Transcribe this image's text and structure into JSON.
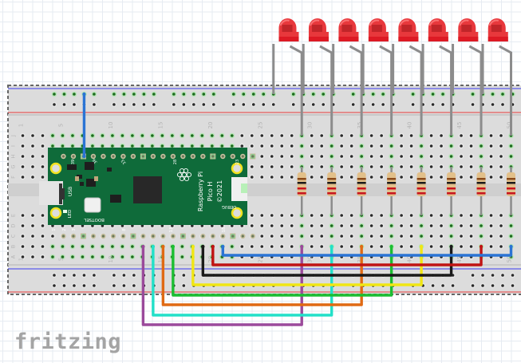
{
  "app": {
    "watermark": "fritzing"
  },
  "breadboard": {
    "columns": 50,
    "column_labels": [
      "1",
      "5",
      "10",
      "15",
      "20",
      "25",
      "30",
      "35",
      "40",
      "45",
      "50"
    ],
    "column_label_values": [
      1,
      5,
      10,
      15,
      20,
      25,
      30,
      35,
      40,
      45,
      50
    ],
    "row_labels_top": [
      "J",
      "I",
      "H",
      "G",
      "F"
    ],
    "row_labels_bottom": [
      "E",
      "D",
      "C",
      "B",
      "A"
    ],
    "colors": {
      "body": "#dcdcdc",
      "hole": "#2a2a2a",
      "hole_active": "#4cc24c",
      "rail_blue": "#3c3cf0",
      "rail_red": "#e83c3c"
    }
  },
  "pico": {
    "name": "Raspberry Pi",
    "model": "Pico H",
    "year": "©2021",
    "labels": {
      "usb": "USB",
      "led": "LED",
      "bootsel": "BOOTSEL",
      "debug": "DEBUG"
    },
    "pin_labels_top": [
      "39",
      "36",
      "33",
      "28",
      "23"
    ],
    "pin_labels_bottom": [
      "1",
      "2",
      "3",
      "8",
      "13",
      "18"
    ],
    "color": "#0f6b3a"
  },
  "leds": {
    "count": 8,
    "color": "#e8383c",
    "items": [
      {
        "id": "led-1"
      },
      {
        "id": "led-2"
      },
      {
        "id": "led-3"
      },
      {
        "id": "led-4"
      },
      {
        "id": "led-5"
      },
      {
        "id": "led-6"
      },
      {
        "id": "led-7"
      },
      {
        "id": "led-8"
      }
    ]
  },
  "resistors": {
    "count": 8,
    "bands": [
      "#8a4a1a",
      "#1a1a1a",
      "#c8141e",
      "#c8141e"
    ]
  },
  "wires": [
    {
      "name": "blue-power",
      "color": "#2b74d4"
    },
    {
      "name": "purple",
      "color": "#9b4a9b"
    },
    {
      "name": "cyan",
      "color": "#22e0c8"
    },
    {
      "name": "orange",
      "color": "#e06a14"
    },
    {
      "name": "green",
      "color": "#1cbe32"
    },
    {
      "name": "yellow",
      "color": "#f0e614"
    },
    {
      "name": "black",
      "color": "#1a1a1a"
    },
    {
      "name": "red",
      "color": "#c01414"
    },
    {
      "name": "blue",
      "color": "#2b74d4"
    }
  ]
}
